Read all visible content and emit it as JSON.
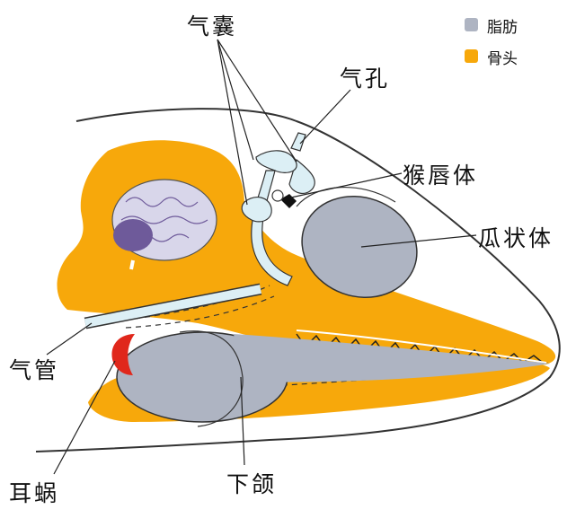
{
  "colors": {
    "bone": "#F7A80B",
    "fat": "#AEB4C2",
    "outline": "#333333",
    "brain": "#D8D6EA",
    "ear": "#E0271B",
    "air": "#DCEFF5",
    "background": "#FFFFFF"
  },
  "legend": [
    {
      "label": "脂肪",
      "color": "#AEB4C2"
    },
    {
      "label": "骨头",
      "color": "#F7A80B"
    }
  ],
  "labels": {
    "air_sacs": "气囊",
    "blowhole": "气孔",
    "monkey_lips": "猴唇体",
    "melon": "瓜状体",
    "trachea": "气管",
    "ear_bone": "耳蜗",
    "lower_jaw": "下颌"
  }
}
